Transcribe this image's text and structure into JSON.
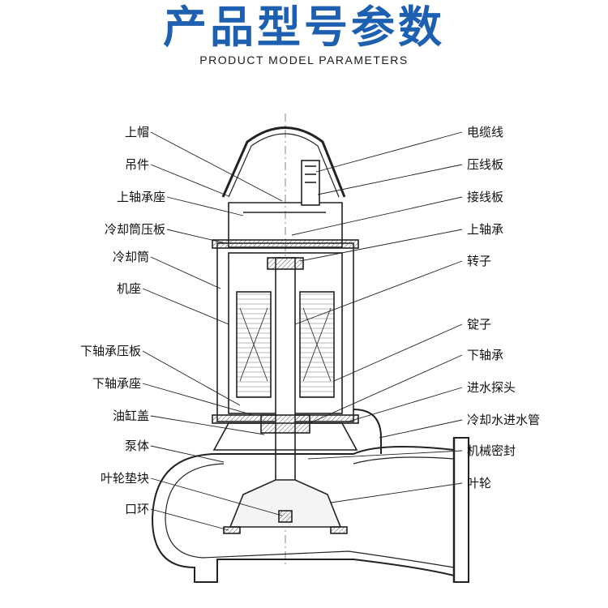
{
  "title_cn": "产品型号参数",
  "title_en": "PRODUCT MODEL PARAMETERS",
  "labels_left": [
    "上帽",
    "吊件",
    "上轴承座",
    "冷却筒压板",
    "冷却筒",
    "机座",
    "下轴承压板",
    "下轴承座",
    "油缸盖",
    "泵体",
    "叶轮垫块",
    "口环"
  ],
  "labels_right": [
    "电缆线",
    "压线板",
    "接线板",
    "上轴承",
    "转子",
    "锭子",
    "下轴承",
    "进水探头",
    "冷却水进水管",
    "机械密封",
    "叶轮"
  ]
}
